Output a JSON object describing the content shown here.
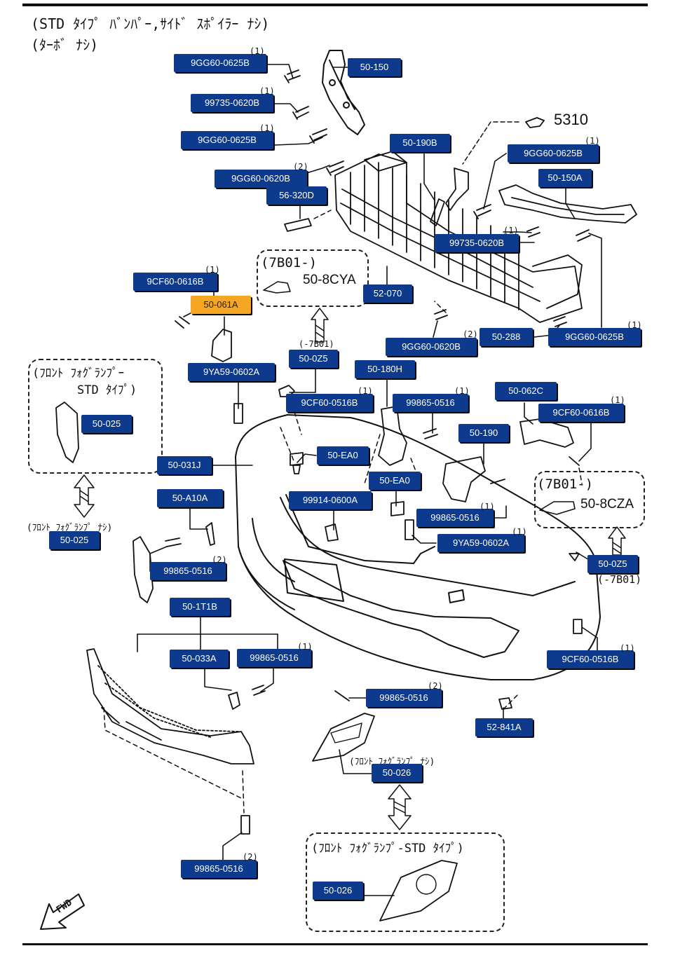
{
  "header": {
    "line1": "(STD ﾀｲﾌﾟ ﾊﾞﾝﾊﾟｰ,ｻｲﾄﾞ ｽﾎﾟｲﾗｰ ﾅｼ)",
    "line2": "(ﾀｰﾎﾞ ﾅｼ)"
  },
  "notes": {
    "fog_std": "(ﾌﾛﾝﾄ ﾌｫｸﾞﾗﾝﾌﾟｰ\n STD ﾀｲﾌﾟ)",
    "fog_std_line1": "(ﾌﾛﾝﾄ ﾌｫｸﾞﾗﾝﾌﾟｰ",
    "fog_std_line2": "STD ﾀｲﾌﾟ)",
    "fog_none_left": "(ﾌﾛﾝﾄ ﾌｫｸﾞﾗﾝﾌﾟ ﾅｼ)",
    "fog_none_bottom": "(ﾌﾛﾝﾄ ﾌｫｸﾞﾗﾝﾌﾟ ﾅｼ)",
    "fog_std_bottom": "(ﾌﾛﾝﾄ ﾌｫｸﾞﾗﾝﾌﾟ-STD ﾀｲﾌﾟ)",
    "ver_7b01_a": "(7B01-)",
    "ver_7b01_b": "(7B01-)",
    "ver_7b01_c": "(-7B01)",
    "ver_7b01_d": "(-7B01)",
    "ref_5310": "5310",
    "ref_8cya": "50-8CYA",
    "ref_8cza": "50-8CZA",
    "fwd": "FWD"
  },
  "qty": {
    "q1": "(1)",
    "q2": "(2)"
  },
  "labels": [
    {
      "id": "9GG60-0625B-a",
      "text": "9GG60-0625B",
      "qty": "(1)"
    },
    {
      "id": "50-150",
      "text": "50-150",
      "qty": ""
    },
    {
      "id": "99735-0620B-a",
      "text": "99735-0620B",
      "qty": "(1)"
    },
    {
      "id": "9GG60-0625B-b",
      "text": "9GG60-0625B",
      "qty": "(1)"
    },
    {
      "id": "50-190B",
      "text": "50-190B",
      "qty": ""
    },
    {
      "id": "9GG60-0625B-c",
      "text": "9GG60-0625B",
      "qty": "(1)"
    },
    {
      "id": "9GG60-0620B-a",
      "text": "9GG60-0620B",
      "qty": "(2)"
    },
    {
      "id": "50-150A",
      "text": "50-150A",
      "qty": ""
    },
    {
      "id": "56-320D",
      "text": "56-320D",
      "qty": ""
    },
    {
      "id": "99735-0620B-b",
      "text": "99735-0620B",
      "qty": "(1)"
    },
    {
      "id": "9CF60-0616B-a",
      "text": "9CF60-0616B",
      "qty": "(1)"
    },
    {
      "id": "50-061A",
      "text": "50-061A",
      "qty": "",
      "highlight": true
    },
    {
      "id": "52-070",
      "text": "52-070",
      "qty": ""
    },
    {
      "id": "9GG60-0620B-b",
      "text": "9GG60-0620B",
      "qty": "(2)"
    },
    {
      "id": "50-288",
      "text": "50-288",
      "qty": ""
    },
    {
      "id": "9GG60-0625B-d",
      "text": "9GG60-0625B",
      "qty": "(1)"
    },
    {
      "id": "50-0Z5-a",
      "text": "50-0Z5",
      "qty": ""
    },
    {
      "id": "9YA59-0602A-a",
      "text": "9YA59-0602A",
      "qty": ""
    },
    {
      "id": "50-180H",
      "text": "50-180H",
      "qty": ""
    },
    {
      "id": "50-062C",
      "text": "50-062C",
      "qty": ""
    },
    {
      "id": "9CF60-0516B-a",
      "text": "9CF60-0516B",
      "qty": "(1)"
    },
    {
      "id": "99865-0516-a",
      "text": "99865-0516",
      "qty": "(1)"
    },
    {
      "id": "9CF60-0616B-b",
      "text": "9CF60-0616B",
      "qty": "(1)"
    },
    {
      "id": "50-025-a",
      "text": "50-025",
      "qty": ""
    },
    {
      "id": "50-190",
      "text": "50-190",
      "qty": ""
    },
    {
      "id": "50-EA0-a",
      "text": "50-EA0",
      "qty": ""
    },
    {
      "id": "50-031J",
      "text": "50-031J",
      "qty": ""
    },
    {
      "id": "50-EA0-b",
      "text": "50-EA0",
      "qty": ""
    },
    {
      "id": "50-A10A",
      "text": "50-A10A",
      "qty": ""
    },
    {
      "id": "99914-0600A",
      "text": "99914-0600A",
      "qty": ""
    },
    {
      "id": "99865-0516-b",
      "text": "99865-0516",
      "qty": "(1)"
    },
    {
      "id": "9YA59-0602A-b",
      "text": "9YA59-0602A",
      "qty": "(1)"
    },
    {
      "id": "50-025-b",
      "text": "50-025",
      "qty": ""
    },
    {
      "id": "50-0Z5-b",
      "text": "50-0Z5",
      "qty": ""
    },
    {
      "id": "99865-0516-c",
      "text": "99865-0516",
      "qty": "(2)"
    },
    {
      "id": "50-1T1B",
      "text": "50-1T1B",
      "qty": ""
    },
    {
      "id": "50-033A",
      "text": "50-033A",
      "qty": ""
    },
    {
      "id": "99865-0516-d",
      "text": "99865-0516",
      "qty": "(1)"
    },
    {
      "id": "9CF60-0516B-b",
      "text": "9CF60-0516B",
      "qty": "(1)"
    },
    {
      "id": "99865-0516-e",
      "text": "99865-0516",
      "qty": "(2)"
    },
    {
      "id": "52-841A",
      "text": "52-841A",
      "qty": ""
    },
    {
      "id": "50-026-a",
      "text": "50-026",
      "qty": ""
    },
    {
      "id": "99865-0516-f",
      "text": "99865-0516",
      "qty": "(2)"
    },
    {
      "id": "50-026-b",
      "text": "50-026",
      "qty": ""
    }
  ],
  "colors": {
    "tag_bg": "#0d3a8c",
    "tag_highlight": "#f5a623",
    "line": "#111111"
  }
}
